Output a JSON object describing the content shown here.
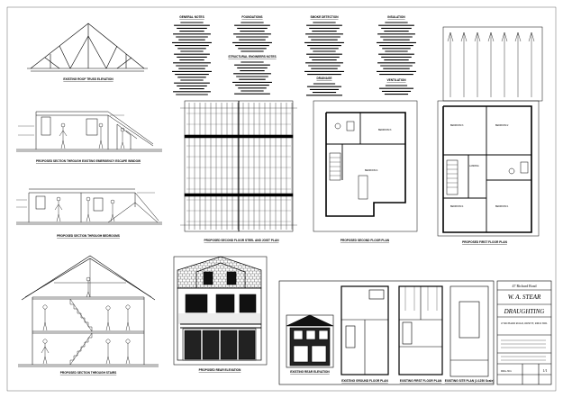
{
  "labels": {
    "roof_truss": "EXISTING ROOF TRUSS ELEVATION",
    "section_dormer": "PROPOSED SECTION THROUGH EXISTING EMERGENCY ESCAPE WINDOW",
    "section_bedroom": "PROPOSED SECTION THROUGH BEDROOMS",
    "section_stairs": "PROPOSED SECTION THROUGH STAIRS",
    "rear_elevation": "PROPOSED REAR ELEVATION",
    "floor_steel": "PROPOSED SECOND FLOOR STEEL AND JOIST PLAN",
    "second_floor": "PROPOSED SECOND FLOOR PLAN",
    "first_floor": "PROPOSED FIRST FLOOR PLAN",
    "exist_rear": "EXISTING REAR ELEVATION",
    "exist_ground": "EXISTING GROUND FLOOR PLAN",
    "exist_first": "EXISTING FIRST FLOOR PLAN",
    "exist_site": "EXISTING SITE PLAN (1:1250 Scale)"
  },
  "rooms": {
    "bedroom3": "BEDROOM 3",
    "bedroom4": "BEDROOM 4",
    "bedroom2": "BEDROOM 2",
    "bedroom1": "BEDROOM 1",
    "landing": "LANDING"
  },
  "title_block": {
    "project": "47 Richard Road",
    "company": "W. A. STEAR",
    "company2": "DRAUGHTING",
    "address": "47 RICHARD ROAD, ORSETT, RM16 3DD.",
    "drawing_no": "DRG.NO.",
    "sheet": "1/1"
  },
  "notes_headings": {
    "n1": "GENERAL NOTES",
    "n2": "FOUNDATIONS",
    "n3": "SMOKE DETECTION",
    "n4": "INSULATION",
    "n5": "STRUCTURAL ENGINEERS NOTES",
    "n6": "DRAINAGE",
    "n7": "VENTILATION"
  }
}
